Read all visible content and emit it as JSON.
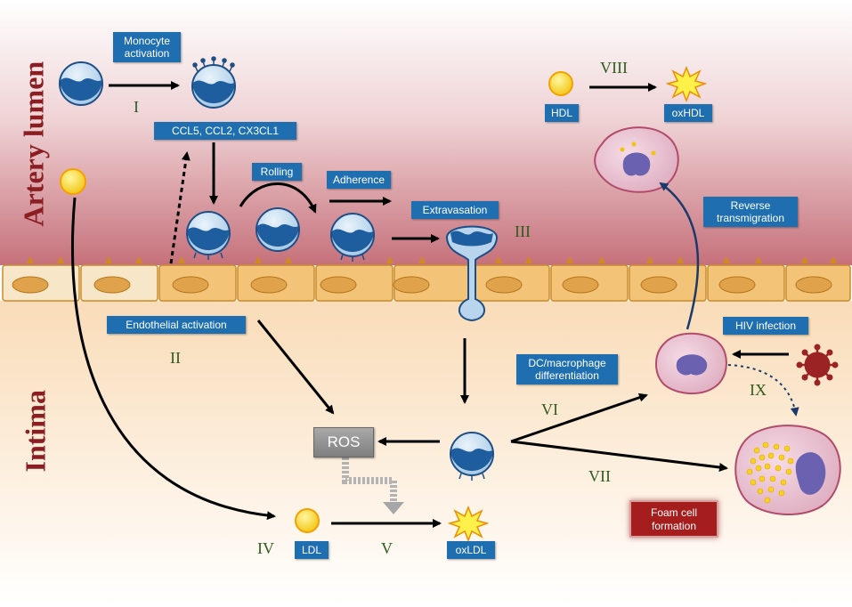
{
  "regions": {
    "lumen": "Artery lumen",
    "intima": "Intima"
  },
  "labels": {
    "monocyte_activation": "Monocyte activation",
    "chemokines": "CCL5, CCL2, CX3CL1",
    "rolling": "Rolling",
    "adherence": "Adherence",
    "extravasation": "Extravasation",
    "endothelial_activation": "Endothelial activation",
    "dc_macrophage": "DC/macrophage differentiation",
    "reverse_transmigration": "Reverse transmigration",
    "hiv_infection": "HIV infection",
    "hdl": "HDL",
    "oxhdl": "oxHDL",
    "ldl": "LDL",
    "oxldl": "oxLDL",
    "ros": "ROS",
    "foam_cell": "Foam cell formation"
  },
  "steps": {
    "I": "I",
    "II": "II",
    "III": "III",
    "IV": "IV",
    "V": "V",
    "VI": "VI",
    "VII": "VII",
    "VIII": "VIII",
    "IX": "IX"
  },
  "colors": {
    "lumen_top": "#ffffff",
    "lumen_bottom": "#c8727c",
    "intima": "#fbe8cf",
    "endothelium": "#f2c47a",
    "cell_blue": "#2f6aa8",
    "label_blue": "#1f6fb0",
    "region_text": "#8a1e22",
    "step_text": "#2f5a1e"
  }
}
